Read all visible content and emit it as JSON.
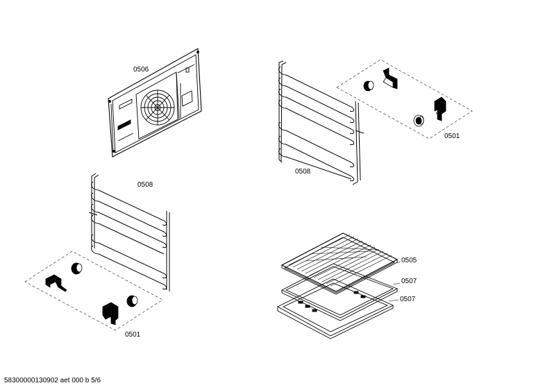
{
  "labels": {
    "fan_cover": "0506",
    "rail_right": "0508",
    "clips_right": "0501",
    "rail_left": "0508",
    "clips_left": "0501",
    "wire_shelf": "0505",
    "tray_upper": "0507",
    "tray_lower": "0507"
  },
  "footer": "58300000130902 aet 000 b 5/6"
}
